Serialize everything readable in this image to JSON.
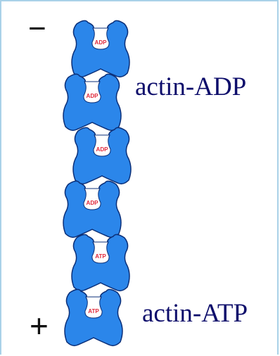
{
  "diagram": {
    "filament_color": "#2b86ea",
    "outline_color": "#0b2f78",
    "cleft_color": "#ffffff",
    "nucleotide_text_color": "#e0283a",
    "subunits": [
      {
        "nucleotide": "ADP"
      },
      {
        "nucleotide": "ADP"
      },
      {
        "nucleotide": "ADP"
      },
      {
        "nucleotide": "ADP"
      },
      {
        "nucleotide": "ATP"
      },
      {
        "nucleotide": "ATP"
      }
    ],
    "labels": {
      "top": "actin-ADP",
      "bottom": "actin-ATP"
    },
    "ends": {
      "minus": "−",
      "plus": "+"
    }
  }
}
